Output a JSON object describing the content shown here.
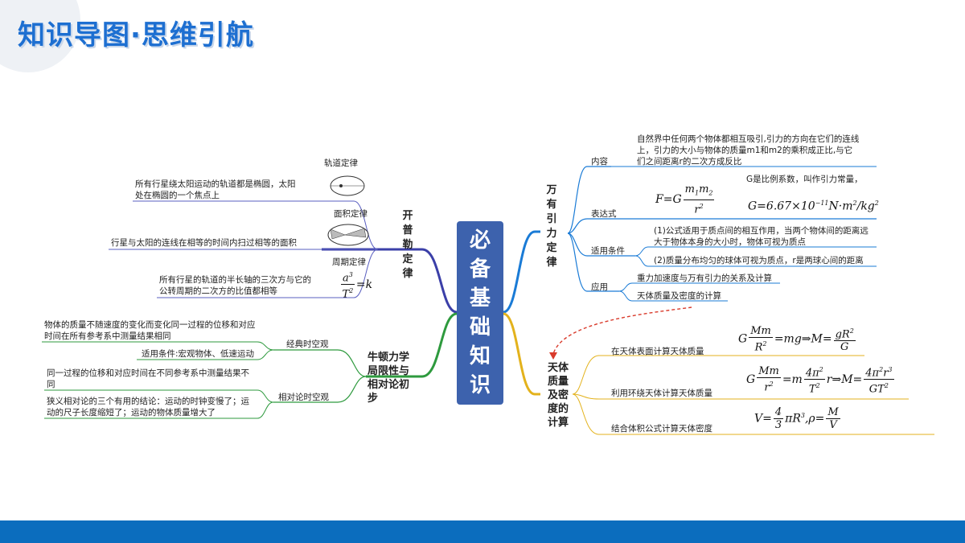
{
  "header": {
    "title": "知识导图·思维引航"
  },
  "center": {
    "label": "必备基础知识"
  },
  "colors": {
    "accent": "#1d6fd1",
    "center_box": "#3d62ad",
    "bottom_bar": "#0b6dbe",
    "branch_kepler": "#3b3fa8",
    "branch_newton": "#2e9a3e",
    "branch_gravity": "#1a7bd6",
    "branch_celestial": "#e3b21c",
    "arrow": "#d93a2b"
  },
  "kepler": {
    "title": "开普勒定律",
    "orbit": {
      "label": "轨道定律",
      "text": "所有行星绕太阳运动的轨道都是椭圆，太阳处在椭圆的一个焦点上"
    },
    "area": {
      "label": "面积定律",
      "text": "行星与太阳的连线在相等的时间内扫过相等的面积"
    },
    "period": {
      "label": "周期定律",
      "text": "所有行星的轨道的半长轴的三次方与它的公转周期的二次方的比值都相等"
    }
  },
  "newton": {
    "title": "牛顿力学局限性与相对论初步",
    "classical": {
      "label": "经典时空观",
      "items": [
        "物体的质量不随速度的变化而变化同一过程的位移和对应时间在所有参考系中测量结果相同",
        "适用条件:宏观物体、低速运动"
      ]
    },
    "relative": {
      "label": "相对论时空观",
      "items": [
        "同一过程的位移和对应时间在不同参考系中测量结果不同",
        "狭义相对论的三个有用的结论：运动的时钟变慢了；运动的尺子长度缩短了；运动的物体质量增大了"
      ]
    }
  },
  "gravity": {
    "title": "万有引力定律",
    "content": {
      "label": "内容",
      "text": "自然界中任何两个物体都相互吸引,引力的方向在它们的连线上，引力的大小与物体的质量m1和m2的乘积成正比,与它们之间距离r的二次方成反比"
    },
    "expression": {
      "label": "表达式",
      "note": "G是比例系数，叫作引力常量，"
    },
    "conditions": {
      "label": "适用条件",
      "items": [
        "(1)公式适用于质点间的相互作用，当两个物体间的距离远大于物体本身的大小时，物体可视为质点",
        "(2)质量分布均匀的球体可视为质点，r是两球心间的距离"
      ]
    },
    "application": {
      "label": "应用",
      "items": [
        "重力加速度与万有引力的关系及计算",
        "天体质量及密度的计算"
      ]
    }
  },
  "celestial": {
    "title": "天体质量及密度的计算",
    "items": [
      {
        "label": "在天体表面计算天体质量"
      },
      {
        "label": "利用环绕天体计算天体质量"
      },
      {
        "label": "结合体积公式计算天体密度"
      }
    ]
  }
}
